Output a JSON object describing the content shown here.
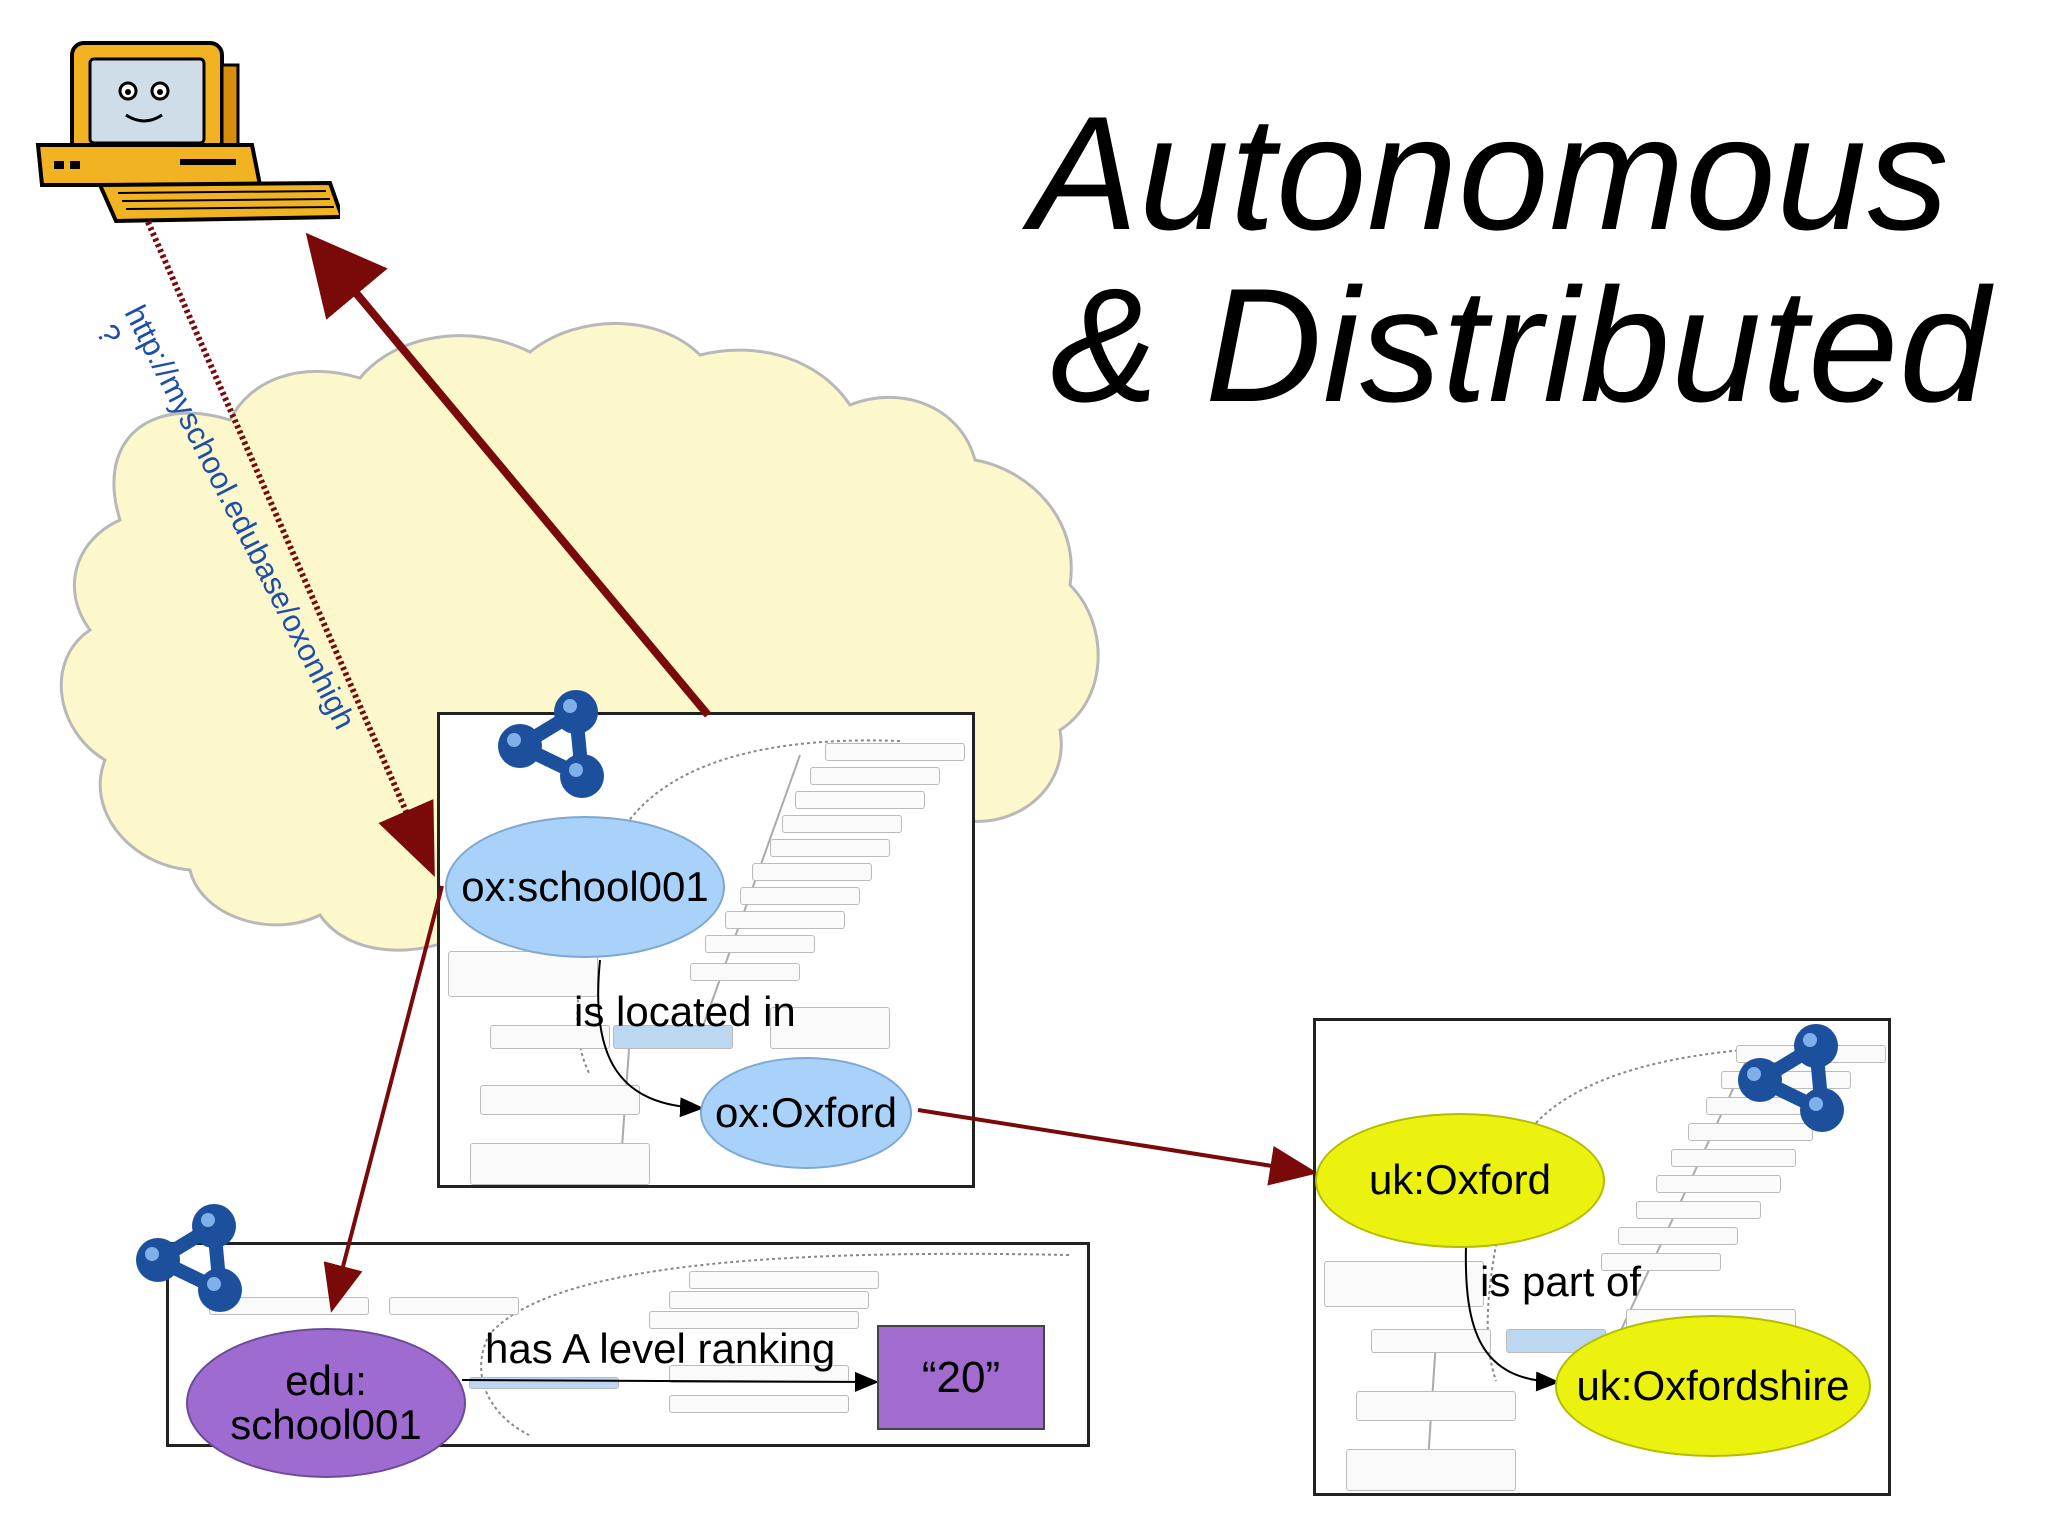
{
  "title": {
    "line1": "Autonomous",
    "line2": "& Distributed"
  },
  "request": {
    "url": "http://myschool.edubase/oxonhigh",
    "question": "?"
  },
  "nodes": {
    "school": "ox:school001",
    "ox_oxford": "ox:Oxford",
    "uk_oxford": "uk:Oxford",
    "uk_oxfordshire": "uk:Oxfordshire",
    "edu_line1": "edu:",
    "edu_line2": "school001",
    "literal": "“20”"
  },
  "edges": {
    "located": "is located in",
    "part_of": "is part of",
    "ranking": "has A level ranking"
  },
  "icons": {
    "computer": "computer-icon",
    "rdf": "rdf-icon",
    "cloud": "cloud-shape"
  },
  "colors": {
    "arrow": "#7a0a0a",
    "cloud_fill": "#fdf8cc",
    "url_text": "#1d4eaa",
    "node_blue": "#a9d2fa",
    "node_yellow": "#eaf20e",
    "node_purple": "#9e6cd0",
    "rdf_blue": "#1c4f9c"
  }
}
